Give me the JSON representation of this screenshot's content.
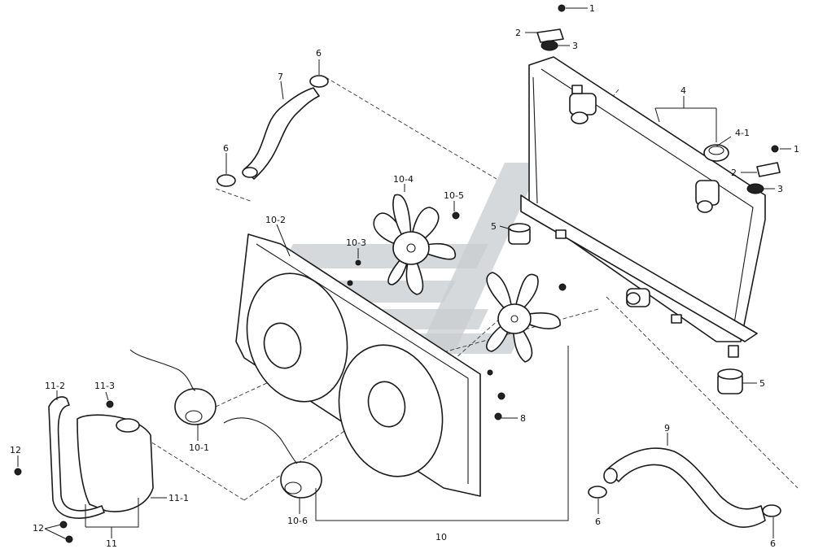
{
  "diagram": {
    "callouts": {
      "c1a": "1",
      "c2a": "2",
      "c3a": "3",
      "c4": "4",
      "c41": "4-1",
      "c1b": "1",
      "c2b": "2",
      "c3b": "3",
      "c5a": "5",
      "c5b": "5",
      "c6a": "6",
      "c6b": "6",
      "c6c": "6",
      "c6d": "6",
      "c7": "7",
      "c8": "8",
      "c9": "9",
      "c10": "10",
      "c101": "10-1",
      "c102": "10-2",
      "c103": "10-3",
      "c104": "10-4",
      "c105": "10-5",
      "c106": "10-6",
      "c11": "11",
      "c111": "11-1",
      "c112": "11-2",
      "c113": "11-3",
      "c12a": "12",
      "c12b": "12"
    }
  }
}
